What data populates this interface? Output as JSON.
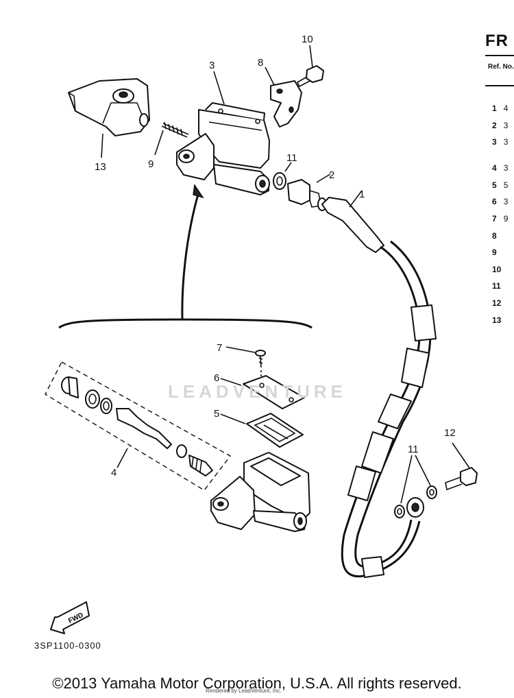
{
  "side_panel": {
    "title": "FR",
    "header": "Ref. No.",
    "refs": [
      {
        "no": "1",
        "cut": "4"
      },
      {
        "no": "2",
        "cut": "3"
      },
      {
        "no": "3",
        "cut": "3"
      },
      {
        "no": "4",
        "cut": "3"
      },
      {
        "no": "5",
        "cut": "5"
      },
      {
        "no": "6",
        "cut": "3"
      },
      {
        "no": "7",
        "cut": "9"
      },
      {
        "no": "8",
        "cut": ""
      },
      {
        "no": "9",
        "cut": ""
      },
      {
        "no": "10",
        "cut": ""
      },
      {
        "no": "11",
        "cut": ""
      },
      {
        "no": "12",
        "cut": ""
      },
      {
        "no": "13",
        "cut": ""
      }
    ]
  },
  "callouts": {
    "c1": "1",
    "c2": "2",
    "c3": "3",
    "c4": "4",
    "c5": "5",
    "c6": "6",
    "c7": "7",
    "c8": "8",
    "c9": "9",
    "c10": "10",
    "c11a": "11",
    "c11b": "11",
    "c12": "12",
    "c13": "13"
  },
  "fwd_label": "FWD",
  "watermark": "LEADVENTURE",
  "diagram_code": "3SP1100-0300",
  "copyright": "©2013 Yamaha Motor Corporation, U.S.A. All rights reserved.",
  "rendered_by": "Rendered by LeadVenture, Inc."
}
